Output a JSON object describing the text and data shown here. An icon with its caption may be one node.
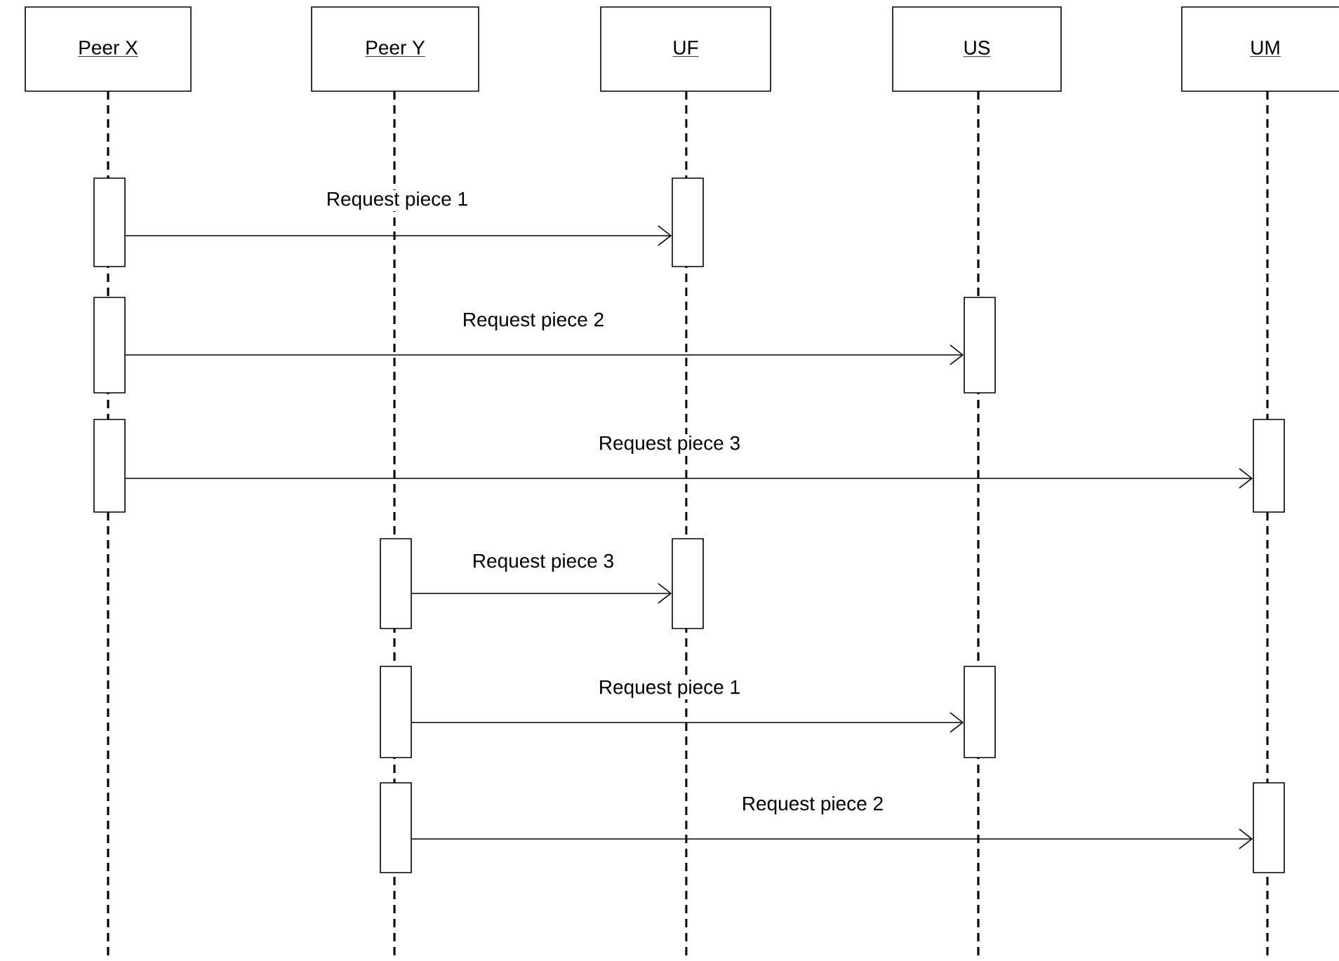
{
  "diagram": {
    "nodes": [
      {
        "text": [
          "Peer X"
        ]
      },
      {
        "text": [
          "Peer Y"
        ]
      },
      {
        "text": [
          "UF"
        ]
      },
      {
        "text": [
          "US"
        ]
      },
      {
        "text": [
          "UM"
        ]
      },
      {
        "text": [],
        "shape": "bar"
      },
      {
        "text": [],
        "shape": "bar"
      },
      {
        "text": [],
        "shape": "bar"
      },
      {
        "text": [],
        "shape": "bar"
      },
      {
        "text": [],
        "shape": "bar"
      },
      {
        "text": [],
        "shape": "bar"
      },
      {
        "text": [],
        "shape": "bar"
      },
      {
        "text": [],
        "shape": "bar"
      },
      {
        "text": [],
        "shape": "bar"
      },
      {
        "text": [],
        "shape": "bar"
      },
      {
        "text": [],
        "shape": "bar"
      },
      {
        "text": [],
        "shape": "bar"
      }
    ],
    "edges": [
      {
        "from": 5,
        "to": 6,
        "arrow": "to",
        "label": "Request piece 1"
      },
      {
        "from": 7,
        "to": 8,
        "arrow": "to",
        "label": "Request piece 2"
      },
      {
        "from": 9,
        "to": 10,
        "arrow": "to",
        "label": "Request piece 3"
      },
      {
        "from": 11,
        "to": 12,
        "arrow": "to",
        "label": "Request piece 3"
      },
      {
        "from": 13,
        "to": 14,
        "arrow": "to",
        "label": "Request piece 1"
      },
      {
        "from": 15,
        "to": 16,
        "arrow": "to",
        "label": "Request piece 2"
      }
    ]
  }
}
